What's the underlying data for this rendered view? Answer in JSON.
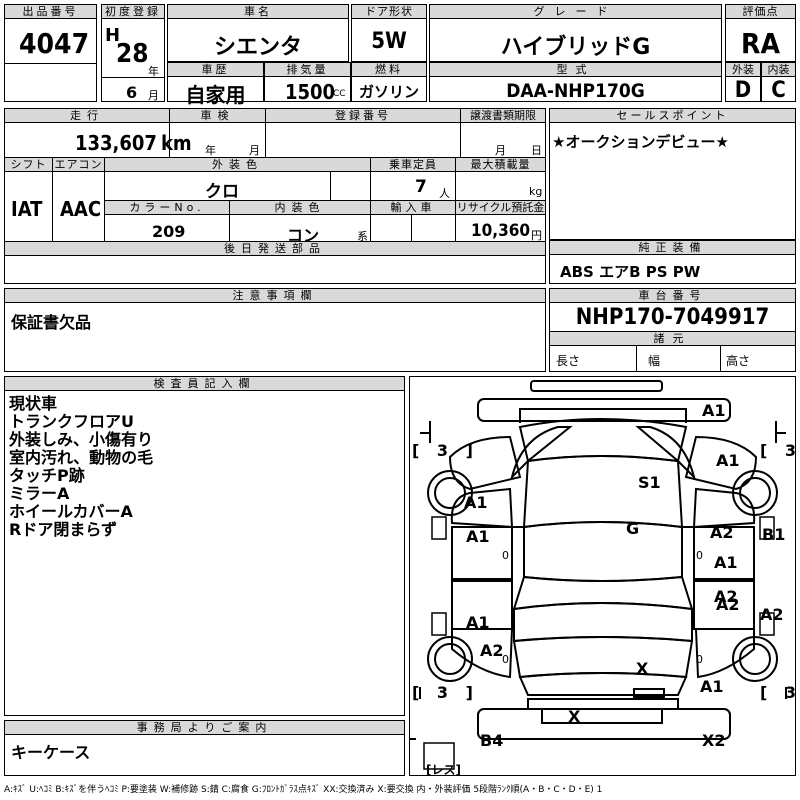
{
  "header": {
    "lot_label": "出品番号",
    "lot_value": "4047",
    "first_reg_label": "初度登録",
    "era": "H",
    "year": "28",
    "year_unit": "年",
    "month": "6",
    "month_unit": "月",
    "car_name_label": "車名",
    "car_name": "シエンタ",
    "door_label": "ドア形状",
    "door": "5W",
    "grade_label": "グレード",
    "grade": "ハイブリッドG",
    "eval_label": "評価点",
    "eval": "RA",
    "history_label": "車歴",
    "history": "自家用",
    "disp_label": "排気量",
    "disp": "1500",
    "disp_unit": "CC",
    "fuel_label": "燃料",
    "fuel": "ガソリン",
    "model_label": "型式",
    "model": "DAA-NHP170G",
    "ext_label": "外装",
    "ext_grade": "D",
    "int_label": "内装",
    "int_grade": "C"
  },
  "row2": {
    "mileage_label": "走行",
    "mileage": "133,607",
    "mileage_unit": "km",
    "inspect_label": "車検",
    "inspect_year": "年",
    "inspect_month": "月",
    "regno_label": "登録番号",
    "transfer_label": "譲渡書類期限",
    "transfer_month": "月",
    "transfer_day": "日",
    "selling_label": "セールスポイント",
    "selling": "★オークションデビュー★",
    "shift_label": "シフト",
    "shift": "IAT",
    "ac_label": "エアコン",
    "ac": "AAC",
    "color_label": "外装色",
    "color": "クロ",
    "capacity_label": "乗車定員",
    "capacity": "7",
    "capacity_unit": "人",
    "load_label": "最大積載量",
    "load_unit": "kg",
    "colorno_label": "カラーNo.",
    "colorno": "209",
    "intcolor_label": "内装色",
    "intcolor": "コン",
    "intcolor_unit": "系",
    "import_label": "輸入車",
    "recycle_label": "リサイクル預託金",
    "recycle": "10,360",
    "recycle_unit": "円",
    "later_label": "後日発送部品",
    "equip_label": "純正装備",
    "equip": "ABS エアB PS PW"
  },
  "notes": {
    "caution_label": "注意事項欄",
    "caution": "保証書欠品",
    "chassis_label": "車台番号",
    "chassis": "NHP170-7049917",
    "specs_label": "諸元",
    "length": "長さ",
    "width": "幅",
    "height": "高さ"
  },
  "inspector": {
    "label": "検査員記入欄",
    "lines": [
      "現状車",
      "トランクフロアU",
      "外装しみ、小傷有り",
      "室内汚れ、動物の毛",
      "タッチP跡",
      "ミラーA",
      "ホイールカバーA",
      "Rドア閉まらず"
    ]
  },
  "office": {
    "label": "事務局よりご案内",
    "text": "キーケース"
  },
  "diagram": {
    "marks": [
      "A1",
      "A1",
      "S1",
      "G",
      "A1",
      "A1",
      "A2",
      "A2",
      "B1",
      "A1",
      "A2",
      "A1",
      "A2",
      "X",
      "A2",
      "A1",
      "X",
      "B4",
      "X2",
      "0",
      "0",
      "0",
      "0"
    ],
    "bracket": "[ 3 ]",
    "less": "[レス]"
  },
  "legend": "A:ｷｽﾞ U:ﾍｺﾐ B:ｷｽﾞを伴うﾍｺﾐ P:要塗装 W:補修跡 S:錆 C:腐食 G:ﾌﾛﾝﾄｶﾞﾗｽ点ｷｽﾞ XX:交換済み X:要交換 内・外装評価 5段階ﾗﾝｸ順(A・B・C・D・E) 1"
}
